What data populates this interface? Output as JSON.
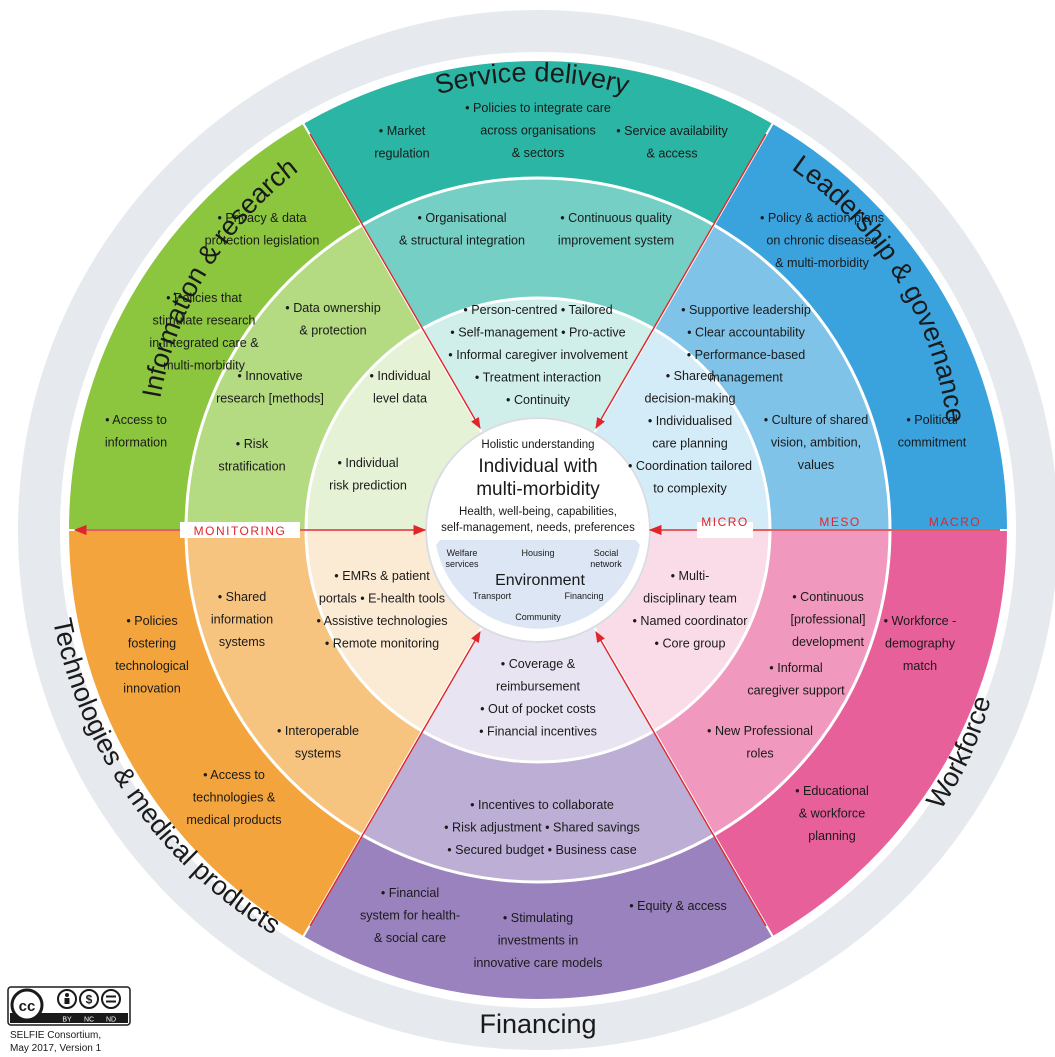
{
  "titles": {
    "service_delivery": "Service delivery",
    "leadership": "Leadership & governance",
    "workforce": "Workforce",
    "financing": "Financing",
    "technologies": "Technologies & medical products",
    "information": "Information & research"
  },
  "levels": {
    "monitoring": "MONITORING",
    "micro": "MICRO",
    "meso": "MESO",
    "macro": "MACRO"
  },
  "center": {
    "holistic": "Holistic understanding",
    "title_1": "Individual with",
    "title_2": "multi-morbidity",
    "desc_1": "Health, well-being, capabilities,",
    "desc_2": "self-management, needs, preferences",
    "environment": "Environment",
    "welfare_1": "Welfare",
    "welfare_2": "services",
    "housing": "Housing",
    "social_1": "Social",
    "social_2": "network",
    "transport": "Transport",
    "financing": "Financing",
    "community": "Community"
  },
  "credit": {
    "line1": "SELFIE Consortium,",
    "line2": "May 2017, Version 1",
    "cc": "cc",
    "by": "BY",
    "nc": "NC",
    "nd": "ND"
  },
  "colors": {
    "service_delivery": "#2bb5a5",
    "leadership": "#3aa3dd",
    "workforce": "#e8609a",
    "financing": "#9a82be",
    "technologies": "#f3a43c",
    "information": "#8cc63f",
    "axis": "#e0262b"
  },
  "sections": {
    "service_delivery": {
      "macro": [
        [
          "• Market",
          "regulation"
        ],
        [
          "• Policies to integrate care",
          "across organisations",
          "& sectors"
        ],
        [
          "• Service availability",
          "& access"
        ]
      ],
      "meso": [
        [
          "• Organisational",
          "& structural integration"
        ],
        [
          "• Continuous quality",
          "improvement system"
        ]
      ],
      "micro": [
        [
          "• Person-centred • Tailored",
          "• Self-management • Pro-active",
          "• Informal caregiver involvement",
          "• Treatment interaction",
          "• Continuity"
        ]
      ]
    },
    "leadership": {
      "macro": [
        [
          "• Policy & action plans",
          "on chronic diseases",
          "& multi-morbidity"
        ],
        [
          "• Political",
          "commitment"
        ]
      ],
      "meso": [
        [
          "• Supportive leadership",
          "• Clear accountability",
          "• Performance-based",
          "management"
        ],
        [
          "• Culture of shared",
          "vision, ambition,",
          "values"
        ]
      ],
      "micro": [
        [
          "• Shared",
          "decision-making",
          "• Individualised",
          "care planning",
          "• Coordination tailored",
          "to complexity"
        ]
      ]
    },
    "workforce": {
      "macro": [
        [
          "• Workforce -",
          "demography",
          "match"
        ],
        [
          "• Educational",
          "& workforce",
          "planning"
        ]
      ],
      "meso": [
        [
          "• Continuous",
          "[professional]",
          "development"
        ],
        [
          "• Informal",
          "caregiver support"
        ],
        [
          "• New Professional",
          "roles"
        ]
      ],
      "micro": [
        [
          "• Multi-",
          "disciplinary team",
          "• Named coordinator",
          "• Core group"
        ]
      ]
    },
    "financing": {
      "macro": [
        [
          "• Financial",
          "system for health-",
          "& social care"
        ],
        [
          "• Stimulating",
          "investments in",
          "innovative care models"
        ],
        [
          "• Equity & access"
        ]
      ],
      "meso": [
        [
          "• Incentives to collaborate",
          "• Risk adjustment • Shared savings",
          "• Secured budget • Business case"
        ]
      ],
      "micro": [
        [
          "• Coverage &",
          "reimbursement",
          "• Out of pocket costs",
          "• Financial incentives"
        ]
      ]
    },
    "technologies": {
      "macro": [
        [
          "• Policies",
          "fostering",
          "technological",
          "innovation"
        ],
        [
          "• Access to",
          "technologies &",
          "medical products"
        ]
      ],
      "meso": [
        [
          "• Shared",
          "information",
          "systems"
        ],
        [
          "• Interoperable",
          "systems"
        ]
      ],
      "micro": [
        [
          "• EMRs & patient",
          "portals • E-health tools",
          "• Assistive technologies",
          "• Remote monitoring"
        ]
      ]
    },
    "information": {
      "macro": [
        [
          "• Privacy & data",
          "protection legislation"
        ],
        [
          "• Policies that",
          "stimulate research",
          "in integrated care &",
          "multi-morbidity"
        ],
        [
          "• Access to",
          "information"
        ]
      ],
      "meso": [
        [
          "• Data ownership",
          "& protection"
        ],
        [
          "• Innovative",
          "research [methods]"
        ],
        [
          "• Risk",
          "stratification"
        ]
      ],
      "micro": [
        [
          "• Individual",
          "level data"
        ],
        [
          "• Individual",
          "risk prediction"
        ]
      ]
    }
  }
}
